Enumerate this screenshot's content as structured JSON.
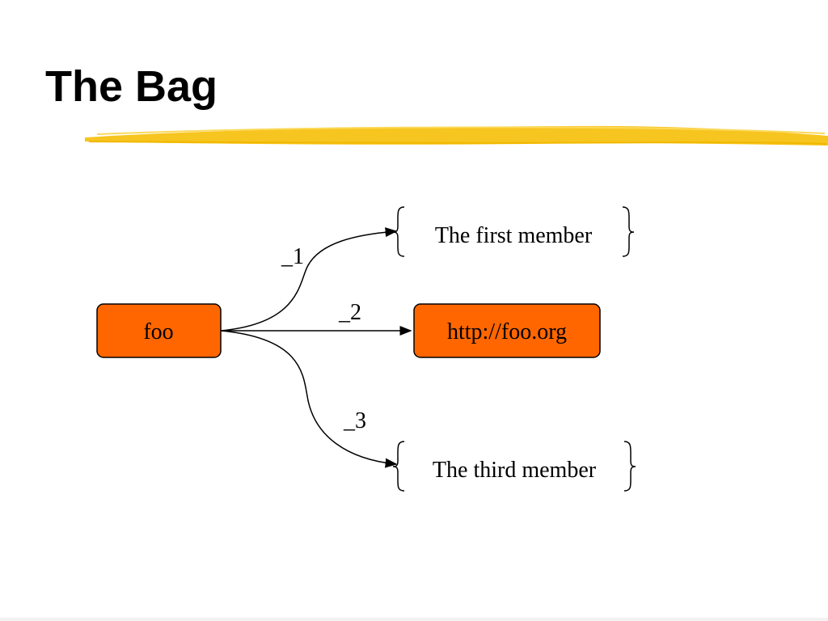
{
  "slide": {
    "title": "The Bag"
  },
  "diagram": {
    "source_node": {
      "label": "foo"
    },
    "targets": [
      {
        "label": "The first member",
        "kind": "literal"
      },
      {
        "label": "http://foo.org",
        "kind": "resource"
      },
      {
        "label": "The third member",
        "kind": "literal"
      }
    ],
    "edges": [
      {
        "label": "_1"
      },
      {
        "label": "_2"
      },
      {
        "label": "_3"
      }
    ]
  },
  "colors": {
    "node_fill": "#ff6600",
    "node_stroke": "#000000",
    "accent_stroke": "#f7c520",
    "text": "#000000",
    "background": "#ffffff"
  }
}
